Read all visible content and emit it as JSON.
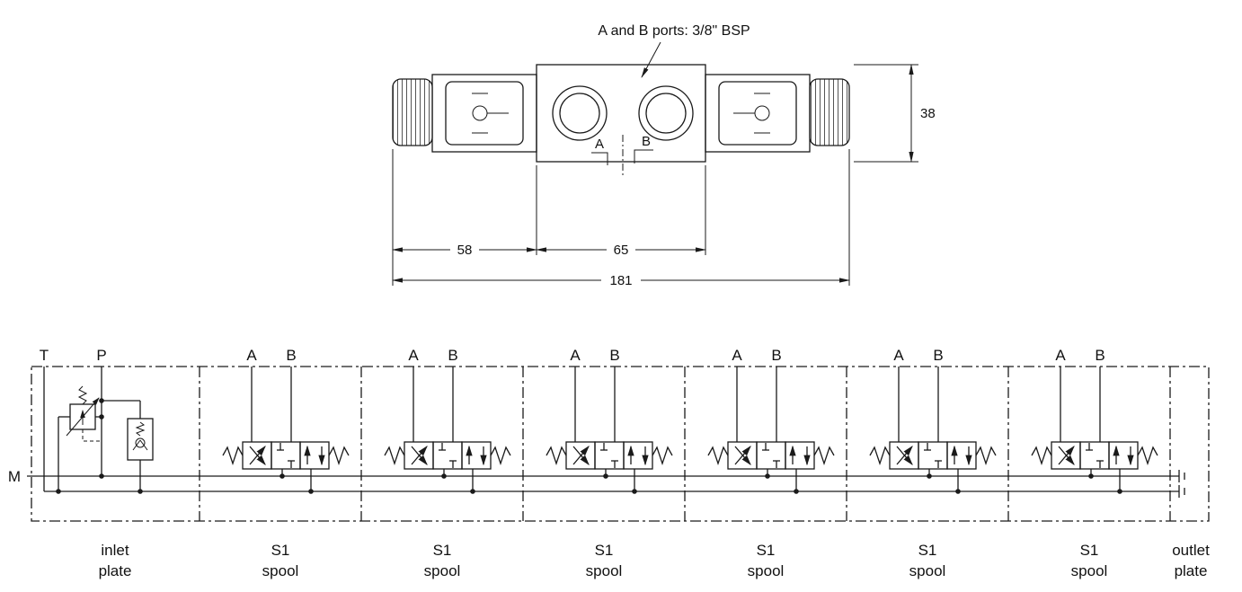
{
  "annotation": {
    "ports_note": "A and B ports: 3/8\" BSP"
  },
  "top_view": {
    "port_a": "A",
    "port_b": "B",
    "dim_left": "58",
    "dim_center": "65",
    "dim_total": "181",
    "dim_height": "38"
  },
  "schematic": {
    "label_t": "T",
    "label_p": "P",
    "label_m": "M",
    "spool_ports": {
      "a": "A",
      "b": "B"
    },
    "sections": [
      {
        "type": "inlet",
        "label_line1": "inlet",
        "label_line2": "plate"
      },
      {
        "type": "spool",
        "label_line1": "S1",
        "label_line2": "spool"
      },
      {
        "type": "spool",
        "label_line1": "S1",
        "label_line2": "spool"
      },
      {
        "type": "spool",
        "label_line1": "S1",
        "label_line2": "spool"
      },
      {
        "type": "spool",
        "label_line1": "S1",
        "label_line2": "spool"
      },
      {
        "type": "spool",
        "label_line1": "S1",
        "label_line2": "spool"
      },
      {
        "type": "spool",
        "label_line1": "S1",
        "label_line2": "spool"
      },
      {
        "type": "outlet",
        "label_line1": "outlet",
        "label_line2": "plate"
      }
    ]
  }
}
